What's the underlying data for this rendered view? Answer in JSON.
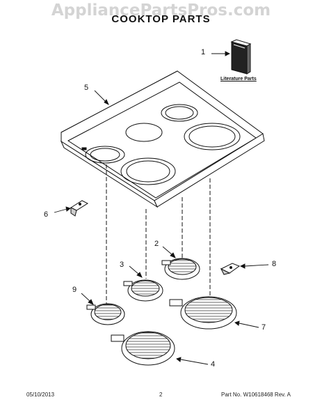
{
  "watermark": "AppliancePartsPros.com",
  "title": "COOKTOP PARTS",
  "literature_label": "Literature Parts",
  "callouts": {
    "c1": "1",
    "c2": "2",
    "c3": "3",
    "c4": "4",
    "c5": "5",
    "c6": "6",
    "c7": "7",
    "c8": "8",
    "c9": "9"
  },
  "footer": {
    "date": "05/10/2013",
    "page": "2",
    "part_number": "Part No. W10618468  Rev. A"
  }
}
